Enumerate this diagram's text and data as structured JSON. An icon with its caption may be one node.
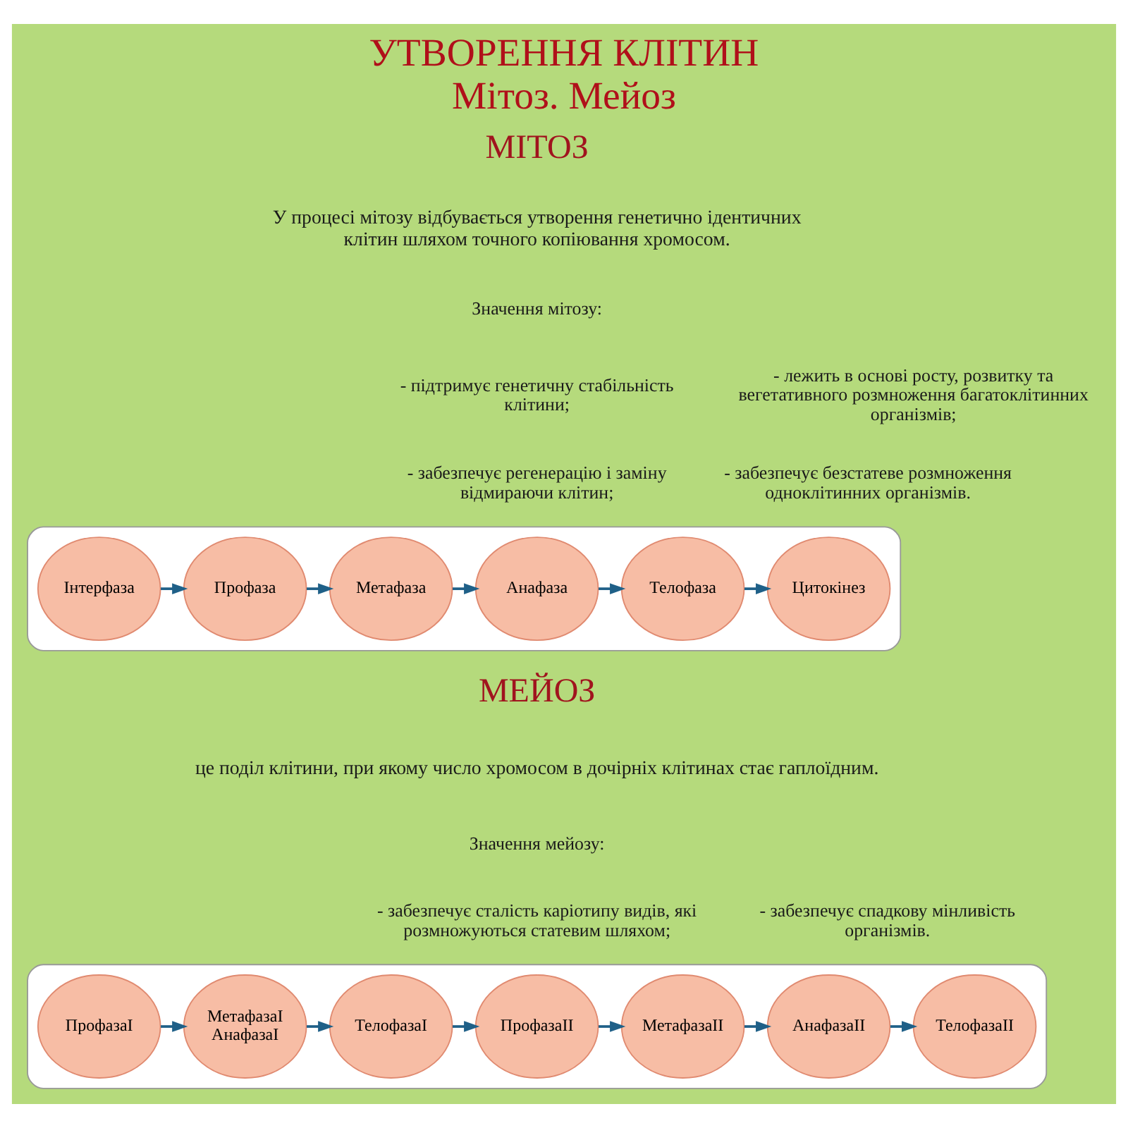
{
  "diagram": {
    "title": "УТВОРЕННЯ КЛІТИН Мітоз. Мейоз",
    "nodes": [
      {
        "text": [],
        "shape": "box"
      },
      {
        "text": [
          "Інтерфаза"
        ],
        "in": 0
      },
      {
        "text": [
          "Профаза"
        ],
        "in": 0
      },
      {
        "text": [
          "Метафаза"
        ],
        "in": 0
      },
      {
        "text": [
          "Анафаза"
        ],
        "in": 0
      },
      {
        "text": [
          "Телофаза"
        ],
        "in": 0
      },
      {
        "text": [
          "Цитокінез"
        ],
        "in": 0
      },
      {
        "text": [],
        "shape": "box"
      },
      {
        "text": [
          "ПрофазаI"
        ],
        "in": 7
      },
      {
        "text": [
          "МетафазаI АнафазаI"
        ],
        "in": 7
      },
      {
        "text": [
          "ТелофазаI"
        ],
        "in": 7
      },
      {
        "text": [
          "ПрофазаII"
        ],
        "in": 7
      },
      {
        "text": [
          "МетафазаII"
        ],
        "in": 7
      },
      {
        "text": [
          "АнафазаII"
        ],
        "in": 7
      },
      {
        "text": [
          "ТелофазаII"
        ],
        "in": 7
      }
    ],
    "edges": [
      {
        "from": 1,
        "to": 2,
        "arrow": "to"
      },
      {
        "from": 2,
        "to": 3,
        "arrow": "to"
      },
      {
        "from": 3,
        "to": 4,
        "arrow": "to"
      },
      {
        "from": 4,
        "to": 5,
        "arrow": "to"
      },
      {
        "from": 5,
        "to": 6,
        "arrow": "to"
      },
      {
        "from": 8,
        "to": 9,
        "arrow": "to"
      },
      {
        "from": 9,
        "to": 10,
        "arrow": "to"
      },
      {
        "from": 10,
        "to": 11,
        "arrow": "to"
      },
      {
        "from": 11,
        "to": 12,
        "arrow": "to"
      },
      {
        "from": 12,
        "to": 13,
        "arrow": "to"
      },
      {
        "from": 13,
        "to": 14,
        "arrow": "to"
      }
    ],
    "labels": [
      "МІТОЗ",
      "У процесі мітозу відбувається утворення генетично ідентичних клітин шляхом точного копіювання хромосом.",
      "Значення мітозу:",
      "- підтримує генетичну стабільність клітини;",
      "- забезпечує регенерацію і заміну відмираючи клітин;",
      "- лежить в основі росту, розвитку та вегетативного розмноження багатоклітинних організмів;",
      "- забезпечує безстатеве розмноження одноклітинних організмів.",
      "МЕЙОЗ",
      "це поділ клітини, при якому число хромосом в дочірніх клітинах стає гаплоїдним.",
      "Значення мейозу:",
      "- забезпечує сталість каріотипу видів, які розмножуються статевим шляхом;",
      "- забезпечує спадкову мінливість організмів."
    ]
  }
}
